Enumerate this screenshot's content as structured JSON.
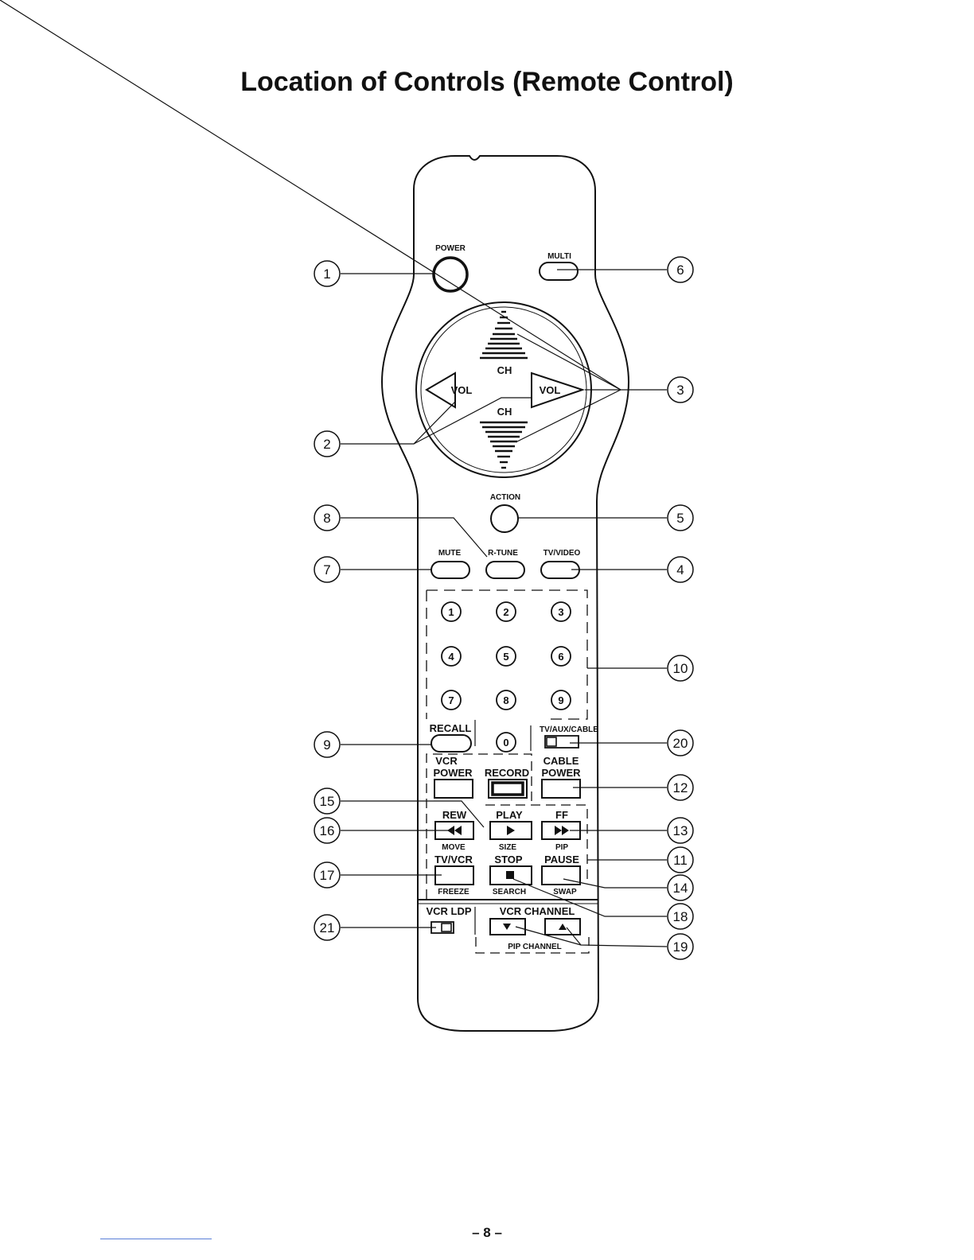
{
  "title": "Location of Controls (Remote Control)",
  "page_number": "– 8 –",
  "buttons": {
    "power": "POWER",
    "multi": "MULTI",
    "ch_up": "CH",
    "ch_down": "CH",
    "vol_left": "VOL",
    "vol_right": "VOL",
    "action": "ACTION",
    "mute": "MUTE",
    "r_tune": "R-TUNE",
    "tv_video": "TV/VIDEO",
    "recall": "RECALL",
    "tv_aux_cable": "TV/AUX/CABLE",
    "vcr": "VCR",
    "vcr_power": "POWER",
    "record": "RECORD",
    "cable": "CABLE",
    "cable_power": "POWER",
    "rew": "REW",
    "play": "PLAY",
    "ff": "FF",
    "move": "MOVE",
    "size": "SIZE",
    "pip": "PIP",
    "tv_vcr": "TV/VCR",
    "stop": "STOP",
    "pause": "PAUSE",
    "freeze": "FREEZE",
    "search": "SEARCH",
    "swap": "SWAP",
    "vcr_ldp": "VCR LDP",
    "vcr_channel": "VCR CHANNEL",
    "pip_channel": "PIP  CHANNEL"
  },
  "keypad": [
    "1",
    "2",
    "3",
    "4",
    "5",
    "6",
    "7",
    "8",
    "9",
    "0"
  ],
  "callouts": [
    "1",
    "2",
    "3",
    "4",
    "5",
    "6",
    "7",
    "8",
    "9",
    "10",
    "11",
    "12",
    "13",
    "14",
    "15",
    "16",
    "17",
    "18",
    "19",
    "20",
    "21"
  ]
}
